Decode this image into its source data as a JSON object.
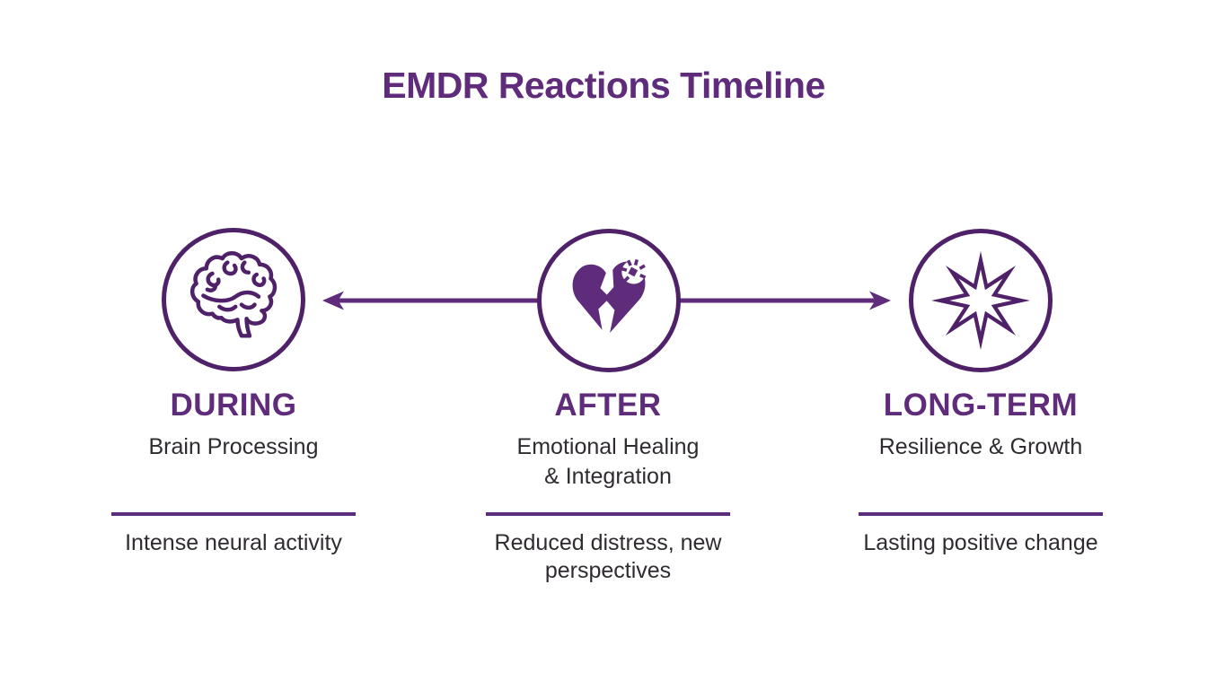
{
  "colors": {
    "accent": "#5F2B7B",
    "accent_dark": "#4E2169",
    "text": "#2F2B31",
    "background": "#FFFFFF"
  },
  "title": "EMDR Reactions Timeline",
  "stages": [
    {
      "heading": "DURING",
      "icon": "brain-icon",
      "subtitle": "Brain Processing",
      "note": "Intense neural activity"
    },
    {
      "heading": "AFTER",
      "icon": "broken-heart-icon",
      "subtitle": [
        "Emotional Healing",
        "& Integration"
      ],
      "note": [
        "Reduced distress, new",
        "perspectives"
      ]
    },
    {
      "heading": "LONG-TERM",
      "icon": "starburst-icon",
      "subtitle": "Resilience & Growth",
      "note": "Lasting positive change"
    }
  ],
  "arrows": [
    {
      "direction": "left"
    },
    {
      "direction": "right"
    }
  ]
}
